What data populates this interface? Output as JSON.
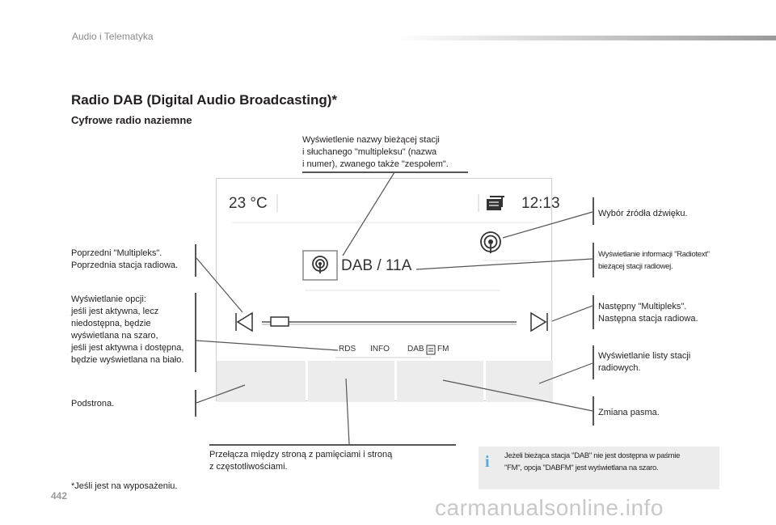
{
  "header": {
    "section": "Audio i Telematyka"
  },
  "title": "Radio DAB (Digital Audio Broadcasting)*",
  "subtitle": "Cyfrowe radio naziemne",
  "callouts": {
    "station_name": [
      "Wyświetlenie nazwy bieżącej stacji",
      "i słuchanego \"multipleksu\" (nazwa",
      "i numer), zwanego także \"zespołem\"."
    ],
    "prev_multiplex": [
      "Poprzedni \"Multipleks\".",
      "Poprzednia stacja radiowa."
    ],
    "options": [
      "Wyświetlanie opcji:",
      "jeśli jest aktywna, lecz",
      "niedostępna, będzie",
      "wyświetlana na szaro,",
      "jeśli jest aktywna i dostępna,",
      "będzie wyświetlana na biało."
    ],
    "subpage": "Podstrona.",
    "source": "Wybór źródła dźwięku.",
    "radiotext": [
      "Wyświetlanie informacji \"Radiotext\"",
      "bieżącej stacji radiowej."
    ],
    "next_multiplex": [
      "Następny \"Multipleks\".",
      "Następna stacja radiowa."
    ],
    "station_list": [
      "Wyświetlanie listy stacji",
      "radiowych."
    ],
    "band": "Zmiana pasma.",
    "memory": [
      "Przełącza między stroną z pamięciami i stroną",
      "z częstotliwościami."
    ]
  },
  "screen": {
    "temperature": "23 °C",
    "clock": "12:13",
    "station": "DAB / 11A",
    "options": {
      "rds": "RDS",
      "info": "INFO",
      "dab": "DAB",
      "fm": "FM"
    }
  },
  "footnote": "*Jeśli jest na wyposażeniu.",
  "info_note": [
    "Jeżeli bieżąca stacja \"DAB\" nie jest dostępna w paśmie",
    "\"FM\", opcja \"DABFM\" jest wyświetlana na szaro."
  ],
  "page_number": "442",
  "watermark": "carmanualsonline.info",
  "colors": {
    "info_icon": "#4ab0e0",
    "info_bg": "#ececec",
    "line": "#555555"
  }
}
